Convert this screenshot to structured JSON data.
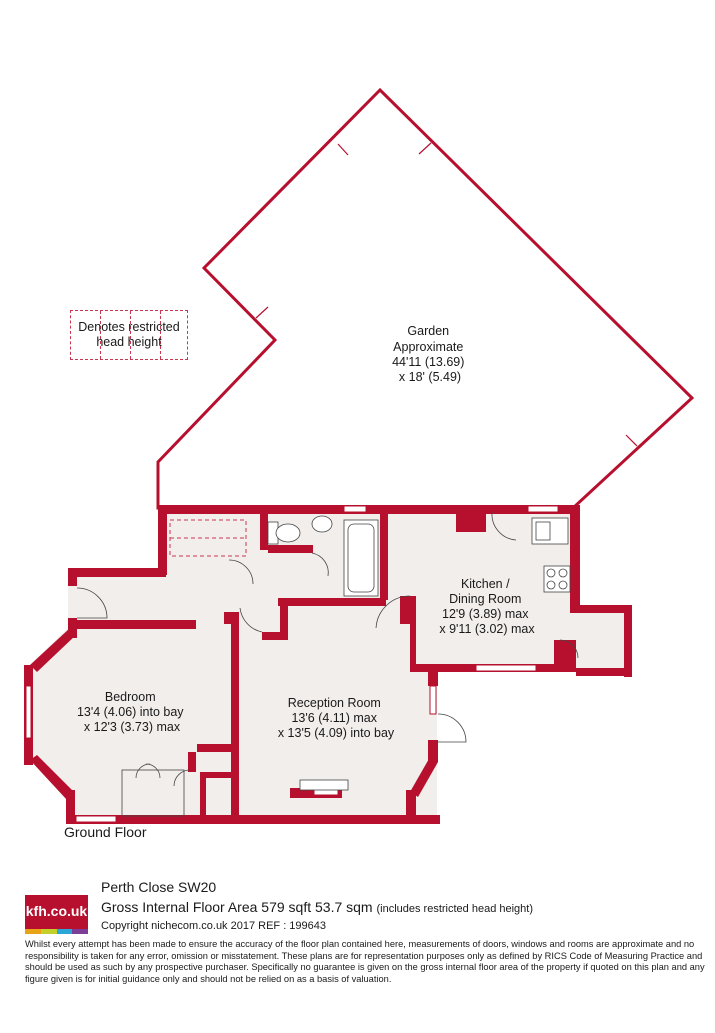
{
  "legend": {
    "line1": "Denotes restricted",
    "line2": "head height"
  },
  "rooms": {
    "garden": {
      "name": "Garden",
      "line2": "Approximate",
      "line3": "44'11 (13.69)",
      "line4": "x 18' (5.49)"
    },
    "kitchen": {
      "name": "Kitchen /",
      "line2": "Dining Room",
      "line3": "12'9 (3.89) max",
      "line4": "x 9'11 (3.02) max"
    },
    "bedroom": {
      "name": "Bedroom",
      "line2": "13'4 (4.06) into bay",
      "line3": "x 12'3 (3.73) max"
    },
    "reception": {
      "name": "Reception Room",
      "line2": "13'6 (4.11) max",
      "line3": "x 13'5 (4.09) into bay"
    }
  },
  "floor_name": "Ground Floor",
  "logo": {
    "text": "kfh.co.uk",
    "stripe_colors": [
      "#e8a317",
      "#c4d02a",
      "#2aa6d9",
      "#7b3f98"
    ]
  },
  "footer": {
    "address": "Perth Close  SW20",
    "gia": "Gross Internal Floor Area 579 sqft 53.7 sqm",
    "gia_note": "(includes restricted head height)",
    "copyright": "Copyright nichecom.co.uk 2017 REF : 199643",
    "disclaimer": "Whilst every attempt has been made to ensure the accuracy of the floor plan contained here, measurements of doors, windows and rooms are approximate and no responsibility is taken for any error, omission or misstatement.  These plans are for representation purposes only as defined by RICS Code of Measuring Practice and should be used as such by any prospective purchaser.  Specifically no guarantee is given on the gross internal floor area of the property if quoted on this plan and any figure given is for initial guidance only and should not be relied on as a basis of valuation."
  },
  "colors": {
    "wall": "#b7102f",
    "floor": "#f2eeec",
    "dashed": "#c8374f"
  }
}
